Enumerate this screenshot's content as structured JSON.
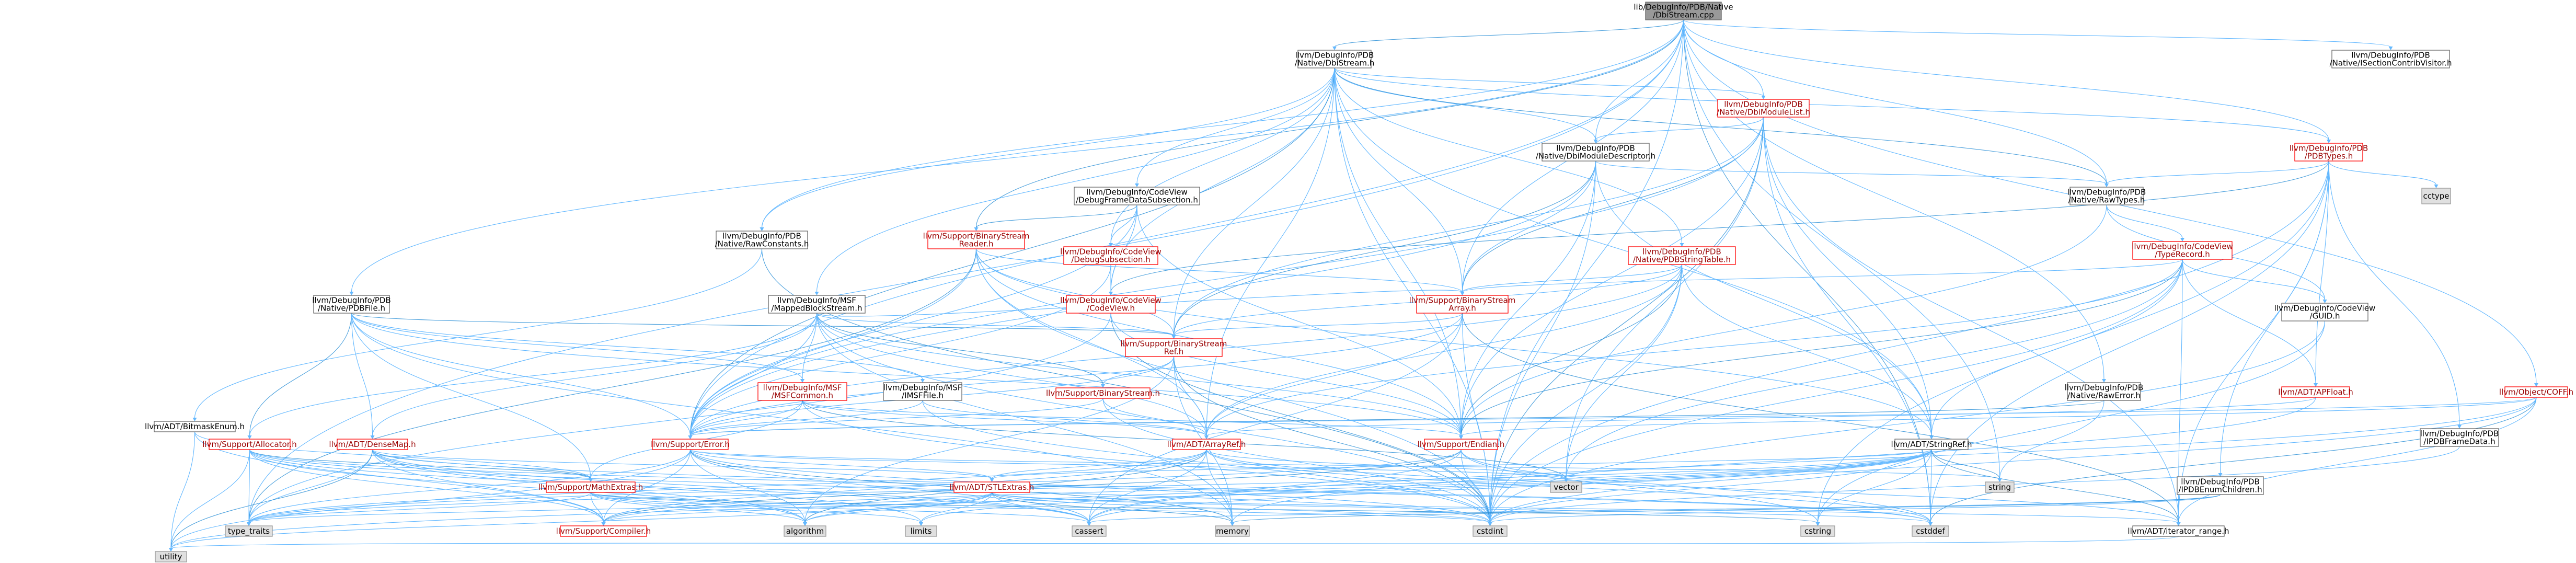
{
  "graph": {
    "nodes": [
      {
        "id": "root",
        "lines": [
          "lib/DebugInfo/PDB/Native",
          "/DbiStream.cpp"
        ],
        "style": "root"
      },
      {
        "id": "dbistream_h",
        "lines": [
          "llvm/DebugInfo/PDB",
          "/Native/DbiStream.h"
        ],
        "style": "normal"
      },
      {
        "id": "section_visitor",
        "lines": [
          "llvm/DebugInfo/PDB",
          "/Native/ISectionContribVisitor.h"
        ],
        "style": "normal"
      },
      {
        "id": "dbi_module_list",
        "lines": [
          "llvm/DebugInfo/PDB",
          "/Native/DbiModuleList.h"
        ],
        "style": "red"
      },
      {
        "id": "pdbtypes",
        "lines": [
          "llvm/DebugInfo/PDB",
          "/PDBTypes.h"
        ],
        "style": "red"
      },
      {
        "id": "dbi_module_desc",
        "lines": [
          "llvm/DebugInfo/PDB",
          "/Native/DbiModuleDescriptor.h"
        ],
        "style": "normal"
      },
      {
        "id": "debug_frame",
        "lines": [
          "llvm/DebugInfo/CodeView",
          "/DebugFrameDataSubsection.h"
        ],
        "style": "normal"
      },
      {
        "id": "raw_types",
        "lines": [
          "llvm/DebugInfo/PDB",
          "/Native/RawTypes.h"
        ],
        "style": "normal"
      },
      {
        "id": "cctype",
        "lines": [
          "cctype"
        ],
        "style": "grey"
      },
      {
        "id": "raw_constants",
        "lines": [
          "llvm/DebugInfo/PDB",
          "/Native/RawConstants.h"
        ],
        "style": "normal"
      },
      {
        "id": "bs_reader",
        "lines": [
          "llvm/Support/BinaryStream",
          "Reader.h"
        ],
        "style": "red"
      },
      {
        "id": "debug_subsection",
        "lines": [
          "llvm/DebugInfo/CodeView",
          "/DebugSubsection.h"
        ],
        "style": "red"
      },
      {
        "id": "pdb_string_table",
        "lines": [
          "llvm/DebugInfo/PDB",
          "/Native/PDBStringTable.h"
        ],
        "style": "red"
      },
      {
        "id": "type_record",
        "lines": [
          "llvm/DebugInfo/CodeView",
          "/TypeRecord.h"
        ],
        "style": "red"
      },
      {
        "id": "pdbfile",
        "lines": [
          "llvm/DebugInfo/PDB",
          "/Native/PDBFile.h"
        ],
        "style": "normal"
      },
      {
        "id": "mapped_block",
        "lines": [
          "llvm/DebugInfo/MSF",
          "/MappedBlockStream.h"
        ],
        "style": "normal"
      },
      {
        "id": "codeview_h",
        "lines": [
          "llvm/DebugInfo/CodeView",
          "/CodeView.h"
        ],
        "style": "red"
      },
      {
        "id": "bs_array",
        "lines": [
          "llvm/Support/BinaryStream",
          "Array.h"
        ],
        "style": "red"
      },
      {
        "id": "guid",
        "lines": [
          "llvm/DebugInfo/CodeView",
          "/GUID.h"
        ],
        "style": "normal"
      },
      {
        "id": "bs_ref",
        "lines": [
          "llvm/Support/BinaryStream",
          "Ref.h"
        ],
        "style": "red"
      },
      {
        "id": "msf_common",
        "lines": [
          "llvm/DebugInfo/MSF",
          "/MSFCommon.h"
        ],
        "style": "red"
      },
      {
        "id": "imsf_file",
        "lines": [
          "llvm/DebugInfo/MSF",
          "/IMSFFile.h"
        ],
        "style": "normal"
      },
      {
        "id": "bs_stream",
        "lines": [
          "llvm/Support/BinaryStream.h"
        ],
        "style": "red"
      },
      {
        "id": "raw_error",
        "lines": [
          "llvm/DebugInfo/PDB",
          "/Native/RawError.h"
        ],
        "style": "normal"
      },
      {
        "id": "apfloat",
        "lines": [
          "llvm/ADT/APFloat.h"
        ],
        "style": "red"
      },
      {
        "id": "coff",
        "lines": [
          "llvm/Object/COFF.h"
        ],
        "style": "red"
      },
      {
        "id": "bitmask_enum",
        "lines": [
          "llvm/ADT/BitmaskEnum.h"
        ],
        "style": "normal"
      },
      {
        "id": "allocator",
        "lines": [
          "llvm/Support/Allocator.h"
        ],
        "style": "red"
      },
      {
        "id": "densemap",
        "lines": [
          "llvm/ADT/DenseMap.h"
        ],
        "style": "red"
      },
      {
        "id": "error_h",
        "lines": [
          "llvm/Support/Error.h"
        ],
        "style": "red"
      },
      {
        "id": "arrayref",
        "lines": [
          "llvm/ADT/ArrayRef.h"
        ],
        "style": "red"
      },
      {
        "id": "endian",
        "lines": [
          "llvm/Support/Endian.h"
        ],
        "style": "red"
      },
      {
        "id": "stringref",
        "lines": [
          "llvm/ADT/StringRef.h"
        ],
        "style": "normal"
      },
      {
        "id": "pdb_frame",
        "lines": [
          "llvm/DebugInfo/PDB",
          "/IPDBFrameData.h"
        ],
        "style": "normal"
      },
      {
        "id": "pdb_enum",
        "lines": [
          "llvm/DebugInfo/PDB",
          "/IPDBEnumChildren.h"
        ],
        "style": "normal"
      },
      {
        "id": "mathextras",
        "lines": [
          "llvm/Support/MathExtras.h"
        ],
        "style": "red"
      },
      {
        "id": "stlextras",
        "lines": [
          "llvm/ADT/STLExtras.h"
        ],
        "style": "red"
      },
      {
        "id": "string",
        "lines": [
          "string"
        ],
        "style": "grey"
      },
      {
        "id": "vector",
        "lines": [
          "vector"
        ],
        "style": "grey"
      },
      {
        "id": "type_traits",
        "lines": [
          "type_traits"
        ],
        "style": "grey"
      },
      {
        "id": "compiler",
        "lines": [
          "llvm/Support/Compiler.h"
        ],
        "style": "red"
      },
      {
        "id": "algorithm",
        "lines": [
          "algorithm"
        ],
        "style": "grey"
      },
      {
        "id": "limits",
        "lines": [
          "limits"
        ],
        "style": "grey"
      },
      {
        "id": "cassert",
        "lines": [
          "cassert"
        ],
        "style": "grey"
      },
      {
        "id": "memory",
        "lines": [
          "memory"
        ],
        "style": "grey"
      },
      {
        "id": "cstdint",
        "lines": [
          "cstdint"
        ],
        "style": "grey"
      },
      {
        "id": "cstring",
        "lines": [
          "cstring"
        ],
        "style": "grey"
      },
      {
        "id": "cstddef",
        "lines": [
          "cstddef"
        ],
        "style": "grey"
      },
      {
        "id": "iterator_range",
        "lines": [
          "llvm/ADT/iterator_range.h"
        ],
        "style": "normal"
      },
      {
        "id": "utility",
        "lines": [
          "utility"
        ],
        "style": "grey"
      }
    ]
  }
}
